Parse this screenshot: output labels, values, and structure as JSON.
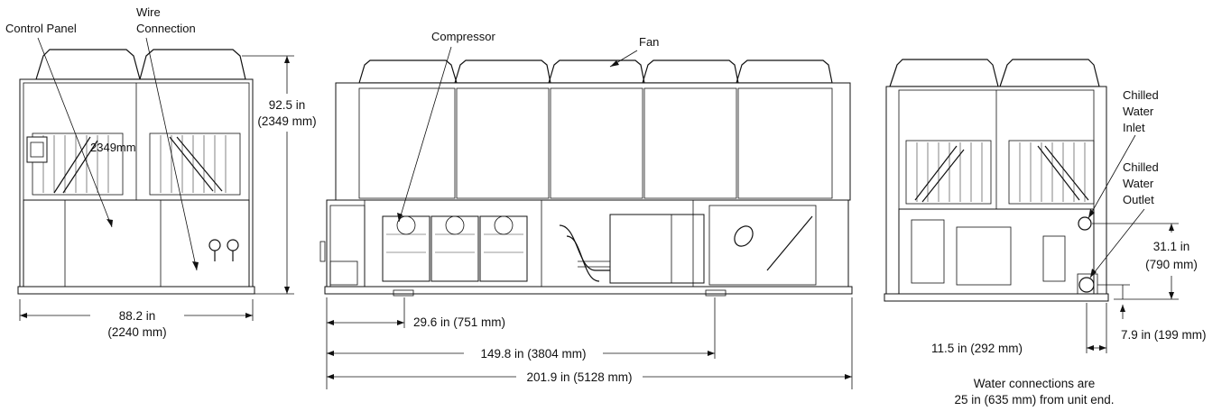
{
  "labels": {
    "control_panel": "Control Panel",
    "wire_connection_1": "Wire",
    "wire_connection_2": "Connection",
    "compressor": "Compressor",
    "fan": "Fan",
    "chilled_water_inlet_1": "Chilled",
    "chilled_water_inlet_2": "Water",
    "chilled_water_inlet_3": "Inlet",
    "chilled_water_outlet_1": "Chilled",
    "chilled_water_outlet_2": "Water",
    "chilled_water_outlet_3": "Outlet"
  },
  "dimensions": {
    "height_in": "92.5 in",
    "height_mm": "(2349 mm)",
    "width_in": "88.2 in",
    "width_mm": "(2240 mm)",
    "d1": "29.6 in (751 mm)",
    "d2": "149.8 in (3804 mm)",
    "d3": "201.9 in (5128 mm)",
    "side_in": "31.1 in",
    "side_mm": "(790 mm)",
    "offset": "11.5 in (292 mm)",
    "low": "7.9 in (199 mm)",
    "hidden_note": "2349mm"
  },
  "note": {
    "line1": "Water connections  are",
    "line2": "25 in (635 mm) from unit end."
  }
}
